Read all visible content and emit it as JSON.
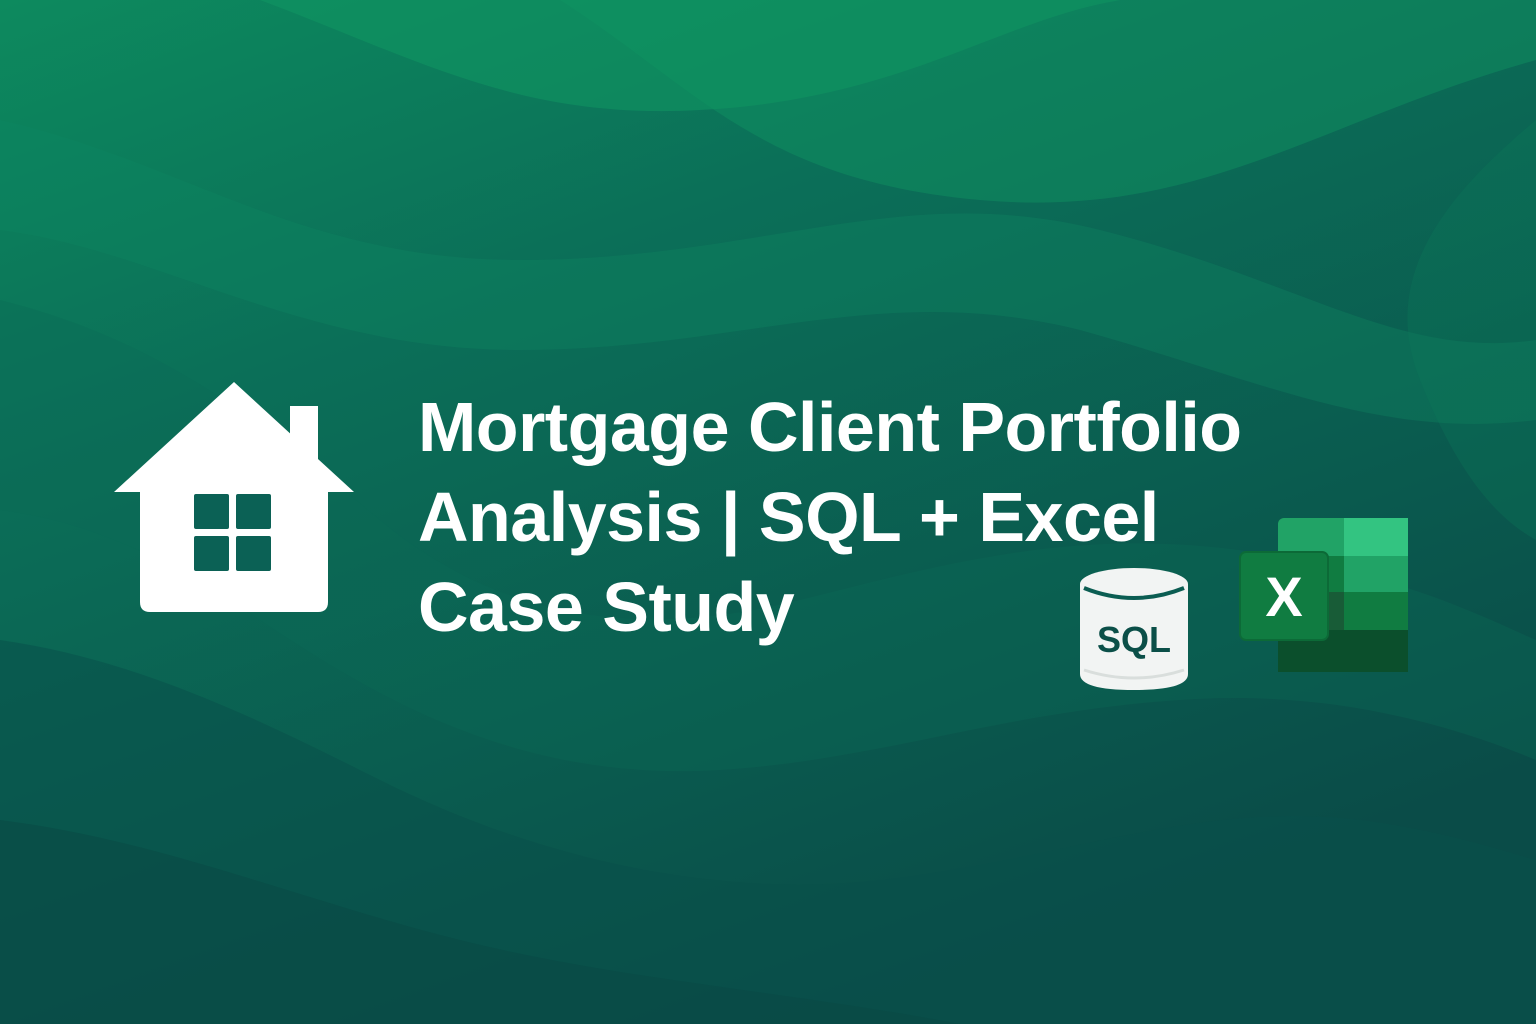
{
  "title": {
    "line1": "Mortgage Client Portfolio",
    "line2": "Analysis | SQL + Excel",
    "line3": "Case Study"
  },
  "icons": {
    "house": "house-icon",
    "sql": "sql-database-icon",
    "excel": "excel-icon"
  },
  "sql_icon": {
    "label": "SQL"
  },
  "excel_icon": {
    "letter": "X"
  },
  "colors": {
    "background_light": "#11955f",
    "background_dark": "#0a4f4a",
    "text": "#ffffff",
    "excel_green": "#107c41"
  }
}
